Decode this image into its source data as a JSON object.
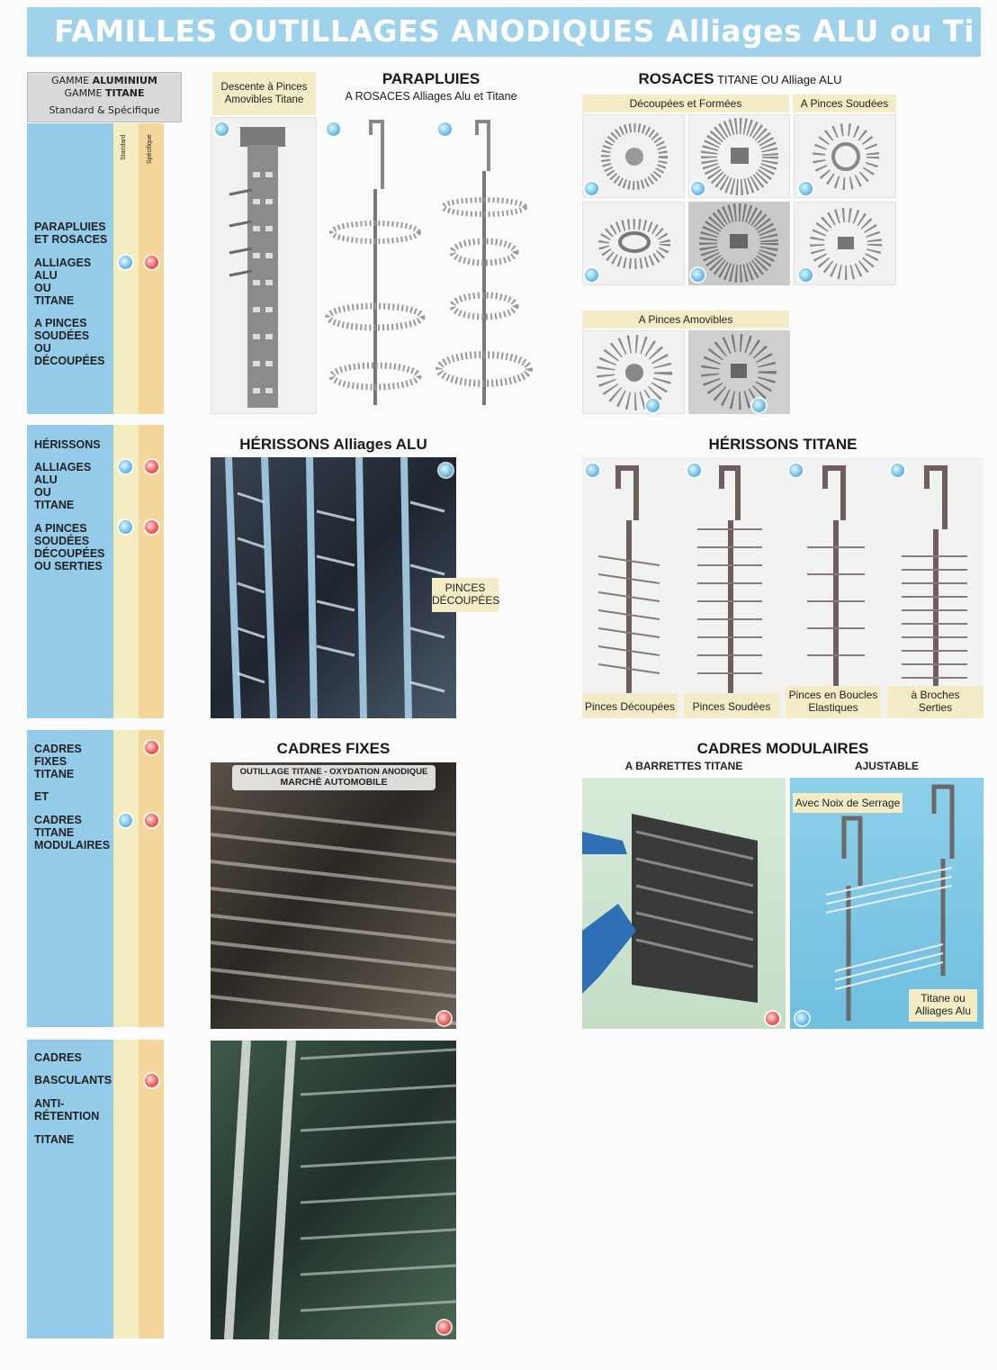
{
  "page_title": "FAMILLES OUTILLAGES ANODIQUES Alliages ALU ou Ti",
  "gamme": {
    "line1_a": "GAMME ",
    "line1_b": "ALUMINIUM",
    "line2_a": "GAMME ",
    "line2_b": "TITANE",
    "line3": "Standard & Spécifique"
  },
  "columns": {
    "standard": "Standard",
    "specifique": "Spécifique"
  },
  "side": {
    "s1_a": "PARAPLUIES\nET ROSACES",
    "s1_b": "ALLIAGES\nALU\nOU\nTITANE",
    "s1_c": "A PINCES\nSOUDÉES\nOU\nDÉCOUPÉES",
    "s2_a": "HÉRISSONS",
    "s2_b": "ALLIAGES\nALU\nOU\nTITANE",
    "s2_c": "A PINCES\nSOUDÉES\nDÉCOUPÉES\nOU SERTIES",
    "s3_a": "CADRES\nFIXES\nTITANE",
    "s3_b": "ET",
    "s3_c": "CADRES\nTITANE\nMODULAIRES",
    "s4_a": "CADRES",
    "s4_b": "BASCULANTS",
    "s4_c": "ANTI-\nRÉTENTION",
    "s4_d": "TITANE"
  },
  "parapluies": {
    "title": "PARAPLUIES",
    "subtitle": "A ROSACES Alliages Alu et Titane",
    "descente_label": "Descente à Pinces\nAmovibles Titane"
  },
  "rosaces": {
    "title_a": "ROSACES",
    "title_b": " TITANE OU Alliage ALU",
    "label_decoupees": "Découpées et Formées",
    "label_soudees": "A Pinces Soudées",
    "label_amovibles": "A Pinces Amovibles"
  },
  "herissons_alu": {
    "title": "HÉRISSONS Alliages ALU",
    "tag": "PINCES\nDÉCOUPÉES"
  },
  "herissons_titane": {
    "title": "HÉRISSONS TITANE",
    "captions": [
      "Pinces Découpées",
      "Pinces Soudées",
      "Pinces en Boucles\nElastiques",
      "à Broches\nSerties"
    ]
  },
  "cadres_fixes": {
    "title": "CADRES FIXES",
    "photo_caption_1": "OUTILLAGE TITANE - OXYDATION ANODIQUE",
    "photo_caption_2": "MARCHÉ AUTOMOBILE"
  },
  "cadres_modulaires": {
    "title": "CADRES MODULAIRES",
    "sub_left": "A BARRETTES TITANE",
    "sub_right": "AJUSTABLE",
    "label_noix": "Avec Noix de Serrage",
    "label_titane": "Titane ou\nAlliages Alu"
  },
  "colors": {
    "banner": "#9fd3ec",
    "sidebar": "#93cbe9",
    "standard_col": "#f4edc0",
    "specifique_col": "#f5d69a",
    "blue_dot": "#5bb8e8",
    "red_dot": "#e04848"
  }
}
